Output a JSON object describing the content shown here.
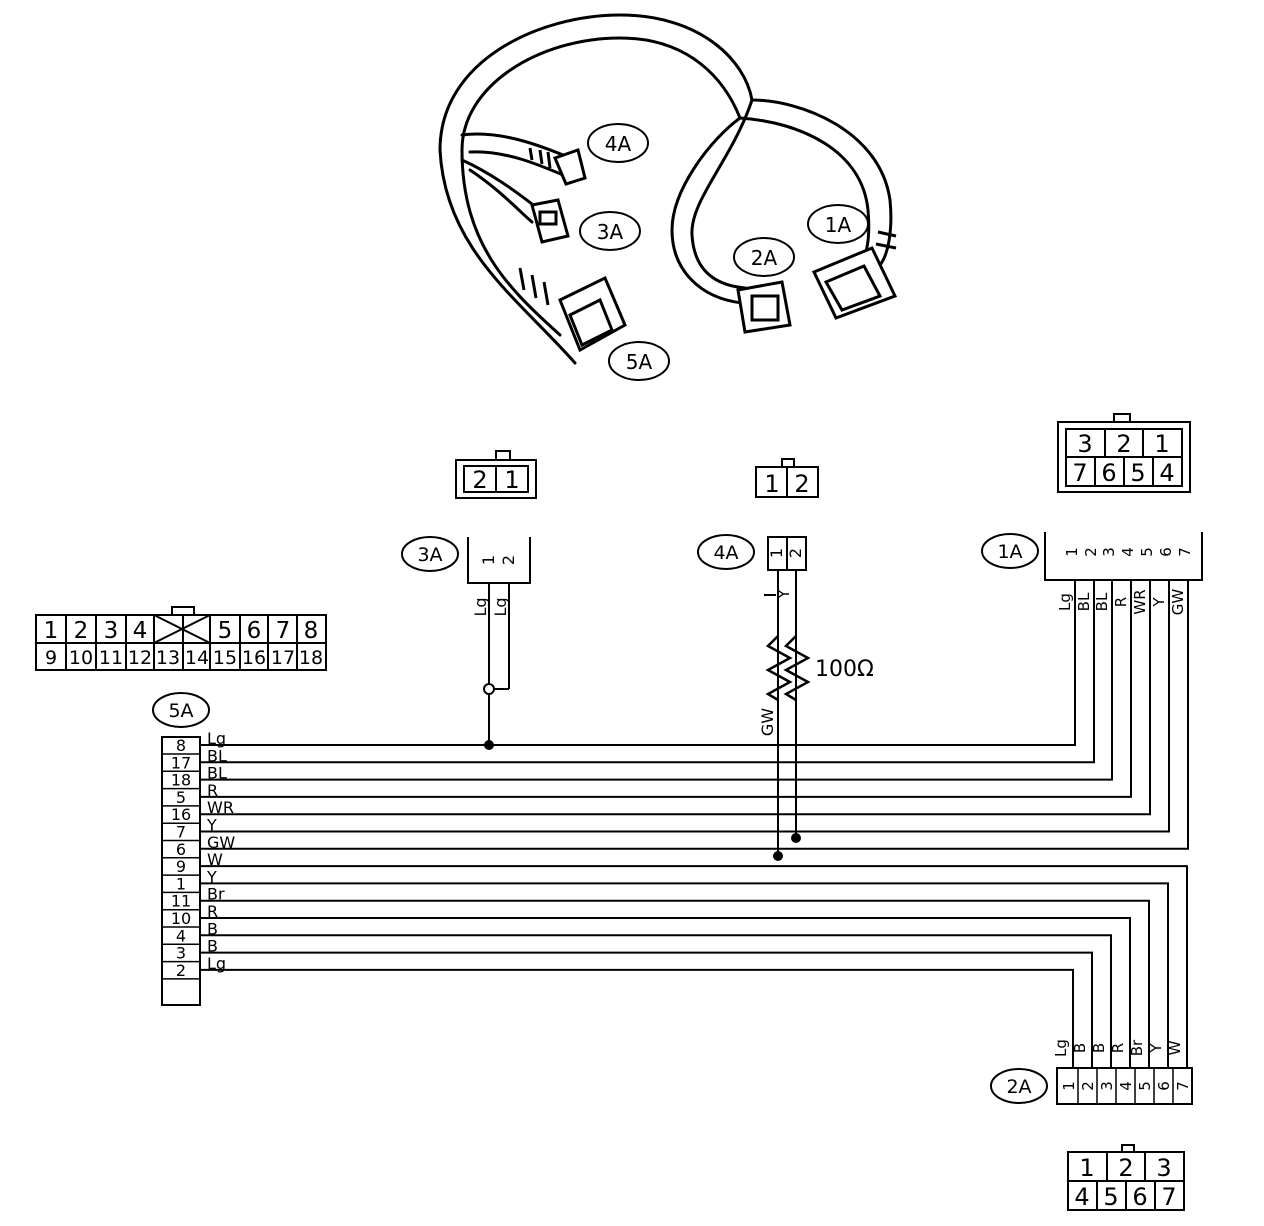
{
  "harness_labels": [
    "4A",
    "3A",
    "1A",
    "2A",
    "5A"
  ],
  "connectors": {
    "c3A": {
      "label": "3A",
      "face": [
        [
          "2",
          "1"
        ]
      ],
      "pins": [
        "1",
        "2"
      ],
      "wires": [
        "Lg",
        "Lg"
      ]
    },
    "c4A": {
      "label": "4A",
      "face": [
        [
          "1",
          "2"
        ]
      ],
      "pins": [
        "1",
        "2"
      ],
      "wires": [
        "Y"
      ]
    },
    "c1A": {
      "label": "1A",
      "face": [
        [
          "3",
          "2",
          "1"
        ],
        [
          "7",
          "6",
          "5",
          "4"
        ]
      ],
      "pins": [
        "1",
        "2",
        "3",
        "4",
        "5",
        "6",
        "7"
      ],
      "wires": [
        "Lg",
        "BL",
        "BL",
        "R",
        "WR",
        "Y",
        "GW"
      ]
    },
    "c2A": {
      "label": "2A",
      "face": [
        [
          "1",
          "2",
          "3"
        ],
        [
          "4",
          "5",
          "6",
          "7"
        ]
      ],
      "pins": [
        "1",
        "2",
        "3",
        "4",
        "5",
        "6",
        "7"
      ],
      "wires": [
        "Lg",
        "B",
        "B",
        "R",
        "Br",
        "Y",
        "W"
      ]
    },
    "c5A": {
      "label": "5A",
      "face": [
        [
          "1",
          "2",
          "3",
          "4",
          "",
          "5",
          "6",
          "7",
          "8"
        ],
        [
          "9",
          "10",
          "11",
          "12",
          "13",
          "14",
          "15",
          "16",
          "17",
          "18"
        ]
      ],
      "pins": [
        "8",
        "17",
        "18",
        "5",
        "16",
        "7",
        "6",
        "9",
        "1",
        "11",
        "10",
        "4",
        "3",
        "2"
      ],
      "wires": [
        "Lg",
        "BL",
        "BL",
        "R",
        "WR",
        "Y",
        "GW",
        "W",
        "Y",
        "Br",
        "R",
        "B",
        "B",
        "Lg"
      ]
    }
  },
  "resistor": {
    "value": "100Ω",
    "wire_below": "GW"
  }
}
